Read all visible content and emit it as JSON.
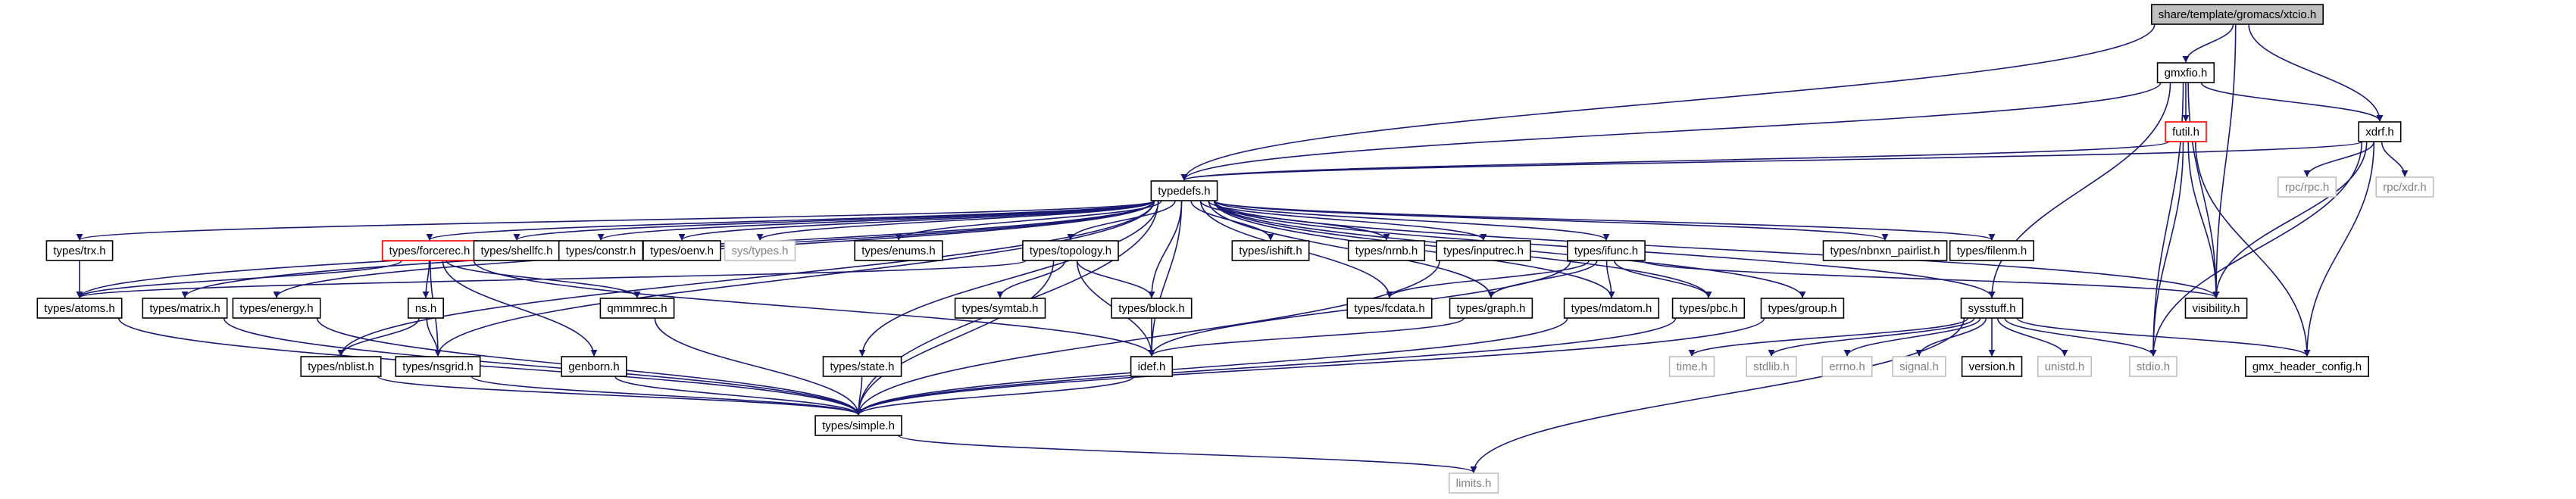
{
  "diagram": {
    "kind": "include-dependency-graph",
    "colors": {
      "edge": "#191970",
      "edge_external": "#b8b8d0",
      "node_border": "#000000",
      "node_border_highlight": "#ff0000",
      "node_border_external": "#bfbfbf",
      "root_fill": "#bfbfbf",
      "node_fill": "#ffffff",
      "text": "#000000",
      "text_external": "#808080"
    },
    "nodes": [
      {
        "id": "root",
        "label": "share/template/gromacs/xtcio.h",
        "style": "root"
      },
      {
        "id": "gmxfio",
        "label": "gmxfio.h",
        "style": "normal"
      },
      {
        "id": "futil",
        "label": "futil.h",
        "style": "highlight"
      },
      {
        "id": "xdrf",
        "label": "xdrf.h",
        "style": "normal"
      },
      {
        "id": "typedefs",
        "label": "typedefs.h",
        "style": "normal"
      },
      {
        "id": "rpc_rpc",
        "label": "rpc/rpc.h",
        "style": "external"
      },
      {
        "id": "rpc_xdr",
        "label": "rpc/xdr.h",
        "style": "external"
      },
      {
        "id": "trx",
        "label": "types/trx.h",
        "style": "normal"
      },
      {
        "id": "forcerec",
        "label": "types/forcerec.h",
        "style": "highlight"
      },
      {
        "id": "shellfc",
        "label": "types/shellfc.h",
        "style": "normal"
      },
      {
        "id": "constr",
        "label": "types/constr.h",
        "style": "normal"
      },
      {
        "id": "oenv",
        "label": "types/oenv.h",
        "style": "normal"
      },
      {
        "id": "systypes",
        "label": "sys/types.h",
        "style": "external"
      },
      {
        "id": "enums",
        "label": "types/enums.h",
        "style": "normal"
      },
      {
        "id": "topology",
        "label": "types/topology.h",
        "style": "normal"
      },
      {
        "id": "ishift",
        "label": "types/ishift.h",
        "style": "normal"
      },
      {
        "id": "nrnb",
        "label": "types/nrnb.h",
        "style": "normal"
      },
      {
        "id": "inputrec",
        "label": "types/inputrec.h",
        "style": "normal"
      },
      {
        "id": "ifunc",
        "label": "types/ifunc.h",
        "style": "normal"
      },
      {
        "id": "nbnxn",
        "label": "types/nbnxn_pairlist.h",
        "style": "normal"
      },
      {
        "id": "filenm",
        "label": "types/filenm.h",
        "style": "normal"
      },
      {
        "id": "atoms",
        "label": "types/atoms.h",
        "style": "normal"
      },
      {
        "id": "matrix",
        "label": "types/matrix.h",
        "style": "normal"
      },
      {
        "id": "energy",
        "label": "types/energy.h",
        "style": "normal"
      },
      {
        "id": "ns",
        "label": "ns.h",
        "style": "normal"
      },
      {
        "id": "qmmmrec",
        "label": "qmmmrec.h",
        "style": "normal"
      },
      {
        "id": "symtab",
        "label": "types/symtab.h",
        "style": "normal"
      },
      {
        "id": "block",
        "label": "types/block.h",
        "style": "normal"
      },
      {
        "id": "fcdata",
        "label": "types/fcdata.h",
        "style": "normal"
      },
      {
        "id": "graph",
        "label": "types/graph.h",
        "style": "normal"
      },
      {
        "id": "mdatom",
        "label": "types/mdatom.h",
        "style": "normal"
      },
      {
        "id": "pbc",
        "label": "types/pbc.h",
        "style": "normal"
      },
      {
        "id": "group",
        "label": "types/group.h",
        "style": "normal"
      },
      {
        "id": "sysstuff",
        "label": "sysstuff.h",
        "style": "normal"
      },
      {
        "id": "visibility",
        "label": "visibility.h",
        "style": "normal"
      },
      {
        "id": "nblist",
        "label": "types/nblist.h",
        "style": "normal"
      },
      {
        "id": "nsgrid",
        "label": "types/nsgrid.h",
        "style": "normal"
      },
      {
        "id": "genborn",
        "label": "genborn.h",
        "style": "normal"
      },
      {
        "id": "state",
        "label": "types/state.h",
        "style": "normal"
      },
      {
        "id": "idef",
        "label": "idef.h",
        "style": "normal"
      },
      {
        "id": "time",
        "label": "time.h",
        "style": "external"
      },
      {
        "id": "stdlib",
        "label": "stdlib.h",
        "style": "external"
      },
      {
        "id": "errno",
        "label": "errno.h",
        "style": "external"
      },
      {
        "id": "signal",
        "label": "signal.h",
        "style": "external"
      },
      {
        "id": "version",
        "label": "version.h",
        "style": "normal"
      },
      {
        "id": "unistd",
        "label": "unistd.h",
        "style": "external"
      },
      {
        "id": "stdio",
        "label": "stdio.h",
        "style": "external"
      },
      {
        "id": "gmxhdr",
        "label": "gmx_header_config.h",
        "style": "normal"
      },
      {
        "id": "simple",
        "label": "types/simple.h",
        "style": "normal"
      },
      {
        "id": "limits",
        "label": "limits.h",
        "style": "external"
      }
    ],
    "edges": [
      [
        "root",
        "gmxfio"
      ],
      [
        "root",
        "typedefs"
      ],
      [
        "root",
        "xdrf"
      ],
      [
        "root",
        "visibility"
      ],
      [
        "gmxfio",
        "futil"
      ],
      [
        "gmxfio",
        "xdrf"
      ],
      [
        "gmxfio",
        "typedefs"
      ],
      [
        "gmxfio",
        "visibility"
      ],
      [
        "gmxfio",
        "sysstuff"
      ],
      [
        "gmxfio",
        "stdio"
      ],
      [
        "futil",
        "typedefs"
      ],
      [
        "futil",
        "visibility"
      ],
      [
        "futil",
        "stdio"
      ],
      [
        "futil",
        "gmxhdr"
      ],
      [
        "xdrf",
        "typedefs"
      ],
      [
        "xdrf",
        "rpc_rpc"
      ],
      [
        "xdrf",
        "rpc_xdr"
      ],
      [
        "xdrf",
        "visibility"
      ],
      [
        "xdrf",
        "stdio"
      ],
      [
        "xdrf",
        "gmxhdr"
      ],
      [
        "typedefs",
        "trx"
      ],
      [
        "typedefs",
        "forcerec"
      ],
      [
        "typedefs",
        "shellfc"
      ],
      [
        "typedefs",
        "constr"
      ],
      [
        "typedefs",
        "oenv"
      ],
      [
        "typedefs",
        "systypes"
      ],
      [
        "typedefs",
        "enums"
      ],
      [
        "typedefs",
        "topology"
      ],
      [
        "typedefs",
        "ishift"
      ],
      [
        "typedefs",
        "nrnb"
      ],
      [
        "typedefs",
        "inputrec"
      ],
      [
        "typedefs",
        "ifunc"
      ],
      [
        "typedefs",
        "nbnxn"
      ],
      [
        "typedefs",
        "filenm"
      ],
      [
        "typedefs",
        "atoms"
      ],
      [
        "typedefs",
        "matrix"
      ],
      [
        "typedefs",
        "energy"
      ],
      [
        "typedefs",
        "nblist"
      ],
      [
        "typedefs",
        "nsgrid"
      ],
      [
        "typedefs",
        "state"
      ],
      [
        "typedefs",
        "block"
      ],
      [
        "typedefs",
        "idef"
      ],
      [
        "typedefs",
        "fcdata"
      ],
      [
        "typedefs",
        "graph"
      ],
      [
        "typedefs",
        "mdatom"
      ],
      [
        "typedefs",
        "pbc"
      ],
      [
        "typedefs",
        "group"
      ],
      [
        "typedefs",
        "sysstuff"
      ],
      [
        "typedefs",
        "visibility"
      ],
      [
        "typedefs",
        "simple"
      ],
      [
        "trx",
        "atoms"
      ],
      [
        "forcerec",
        "ns"
      ],
      [
        "forcerec",
        "qmmmrec"
      ],
      [
        "forcerec",
        "genborn"
      ],
      [
        "forcerec",
        "idef"
      ],
      [
        "forcerec",
        "nsgrid"
      ],
      [
        "forcerec",
        "atoms"
      ],
      [
        "ns",
        "nblist"
      ],
      [
        "ns",
        "nsgrid"
      ],
      [
        "topology",
        "atoms"
      ],
      [
        "topology",
        "symtab"
      ],
      [
        "topology",
        "block"
      ],
      [
        "topology",
        "idef"
      ],
      [
        "topology",
        "simple"
      ],
      [
        "inputrec",
        "simple"
      ],
      [
        "ifunc",
        "idef"
      ],
      [
        "ifunc",
        "visibility"
      ],
      [
        "ifunc",
        "fcdata"
      ],
      [
        "ifunc",
        "graph"
      ],
      [
        "ifunc",
        "mdatom"
      ],
      [
        "ifunc",
        "pbc"
      ],
      [
        "atoms",
        "simple"
      ],
      [
        "matrix",
        "simple"
      ],
      [
        "energy",
        "simple"
      ],
      [
        "nblist",
        "simple"
      ],
      [
        "nsgrid",
        "simple"
      ],
      [
        "genborn",
        "simple"
      ],
      [
        "qmmmrec",
        "simple"
      ],
      [
        "state",
        "simple"
      ],
      [
        "block",
        "idef"
      ],
      [
        "idef",
        "simple"
      ],
      [
        "graph",
        "idef"
      ],
      [
        "mdatom",
        "simple"
      ],
      [
        "pbc",
        "simple"
      ],
      [
        "group",
        "simple"
      ],
      [
        "sysstuff",
        "time"
      ],
      [
        "sysstuff",
        "stdlib"
      ],
      [
        "sysstuff",
        "errno"
      ],
      [
        "sysstuff",
        "signal"
      ],
      [
        "sysstuff",
        "version"
      ],
      [
        "sysstuff",
        "unistd"
      ],
      [
        "sysstuff",
        "stdio"
      ],
      [
        "sysstuff",
        "gmxhdr"
      ],
      [
        "sysstuff",
        "limits"
      ],
      [
        "simple",
        "limits"
      ]
    ]
  }
}
